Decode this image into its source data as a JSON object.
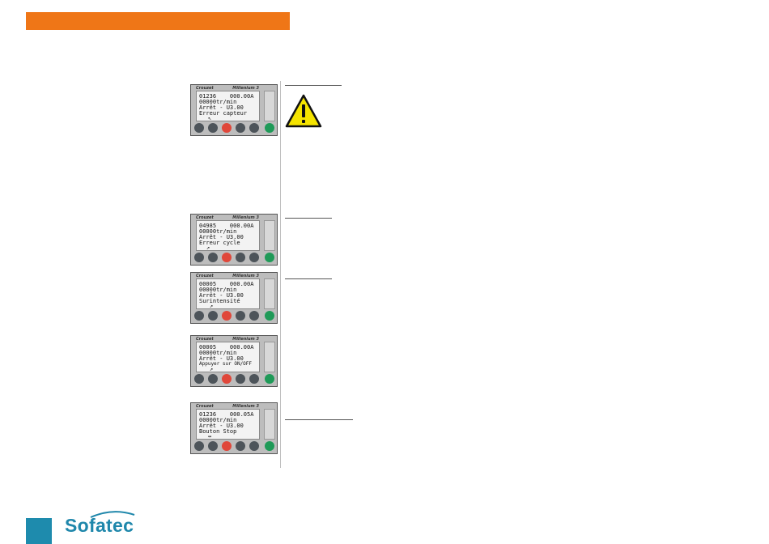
{
  "colors": {
    "header_bar": "#ef7617",
    "brand": "#1f87ab",
    "logo_square": "#1e8bad"
  },
  "icons": {
    "warning": "warning-triangle-icon"
  },
  "displays": [
    {
      "brand": "Crouzet",
      "model": "Millenium 3",
      "lines": [
        "01236    000.00A",
        "00000tr/min",
        "Arrêt - U3.00",
        "Erreur capteur",
        "↖"
      ]
    },
    {
      "brand": "Crouzet",
      "model": "Millenium 3",
      "lines": [
        "04985    000.00A",
        "00000tr/min",
        "Arrêt - U3.00",
        "Erreur cycle",
        "↗"
      ]
    },
    {
      "brand": "Crouzet",
      "model": "Millenium 3",
      "lines": [
        "00005    000.00A",
        "00000tr/min",
        "Arrêt - U3.00",
        "Surintensité",
        "↗"
      ]
    },
    {
      "brand": "Crouzet",
      "model": "Millenium 3",
      "lines": [
        "00005    000.00A",
        "00000tr/min",
        "Arrêt - U3.00",
        "Appuyer sur ON/OFF",
        "↗"
      ]
    },
    {
      "brand": "Crouzet",
      "model": "Millenium 3",
      "lines": [
        "01236    000.05A",
        "00000tr/min",
        "Arrêt - U3.00",
        "Bouton Stop",
        "↔"
      ]
    }
  ],
  "footer": {
    "logo": "Sofatec"
  }
}
